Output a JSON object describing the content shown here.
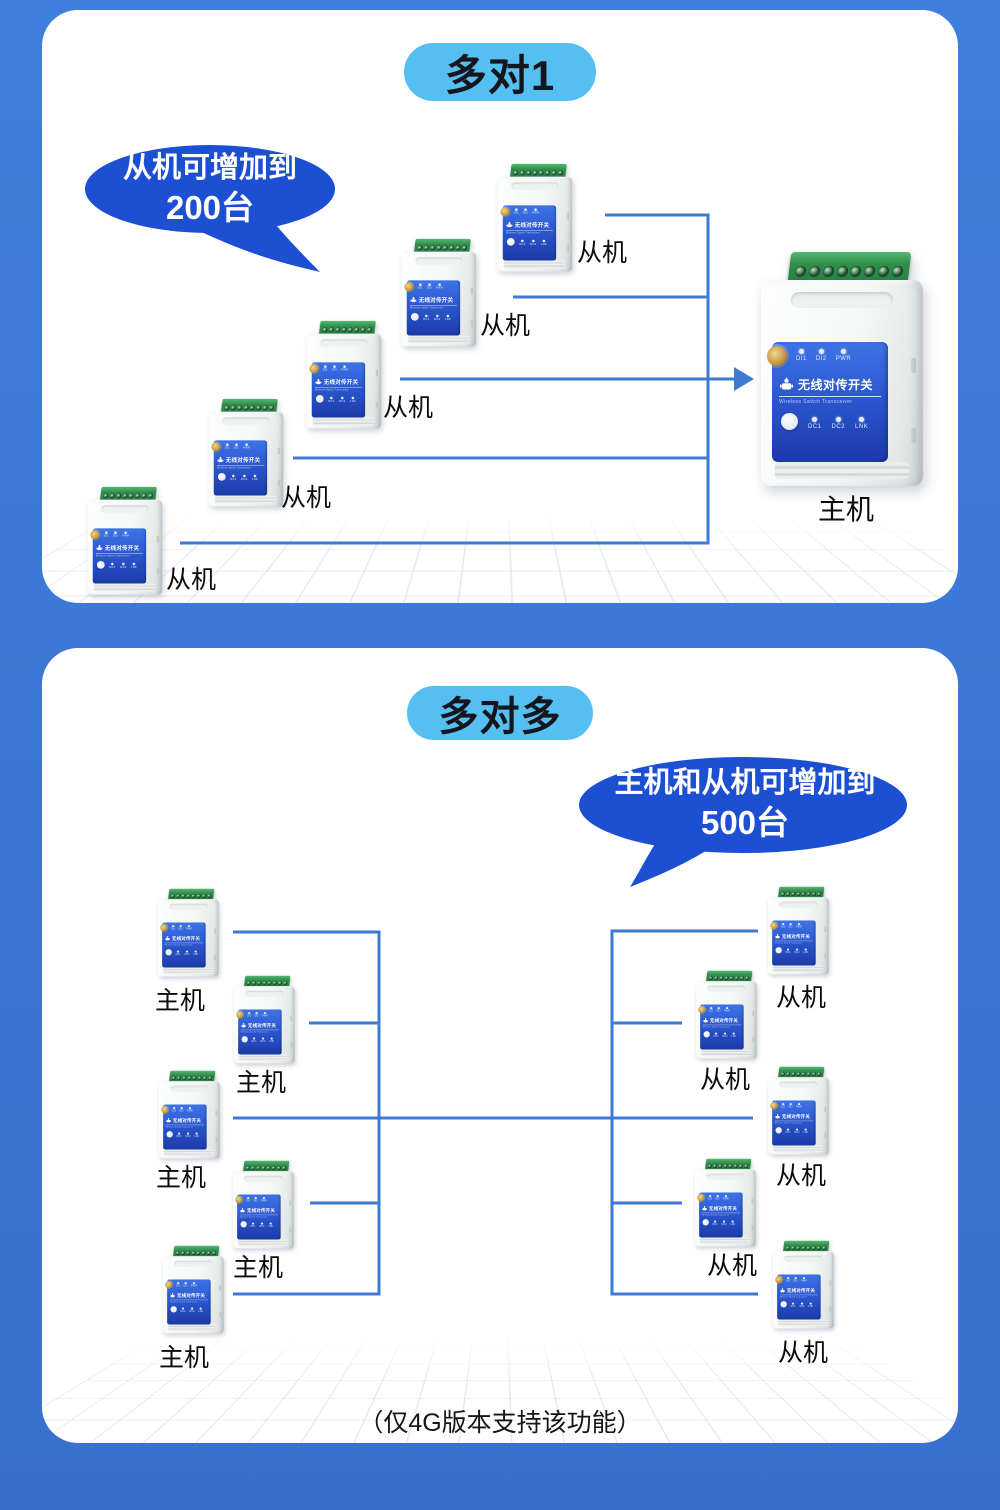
{
  "colors": {
    "background": "#3b75d5",
    "panel": "#ffffff",
    "pill_bg": "#56bff2",
    "pill_text": "#15161d",
    "bubble_bg": "#1c4fd2",
    "bubble_text": "#ffffff",
    "wire": "#3d7bd3",
    "label_text": "#0b0b0b"
  },
  "panel1": {
    "title": "多对1",
    "bubble": {
      "line1": "从机可增加到",
      "line2": "200台"
    },
    "slaves": [
      {
        "label": "从机"
      },
      {
        "label": "从机"
      },
      {
        "label": "从机"
      },
      {
        "label": "从机"
      },
      {
        "label": "从机"
      }
    ],
    "master": {
      "label": "主机"
    }
  },
  "panel2": {
    "title": "多对多",
    "bubble": {
      "line1": "主机和从机可增加到",
      "line2": "500台"
    },
    "masters": [
      {
        "label": "主机"
      },
      {
        "label": "主机"
      },
      {
        "label": "主机"
      },
      {
        "label": "主机"
      },
      {
        "label": "主机"
      }
    ],
    "slaves": [
      {
        "label": "从机"
      },
      {
        "label": "从机"
      },
      {
        "label": "从机"
      },
      {
        "label": "从机"
      },
      {
        "label": "从机"
      }
    ],
    "footnote": "（仅4G版本支持该功能）"
  },
  "device_face": {
    "title": "无线对传开关",
    "subtitle": "Wireless Switch Transceiver",
    "leds_top": [
      "DI1",
      "DI2",
      "PWR"
    ],
    "leds_bottom": [
      "DC1",
      "DC2",
      "LNK"
    ]
  }
}
